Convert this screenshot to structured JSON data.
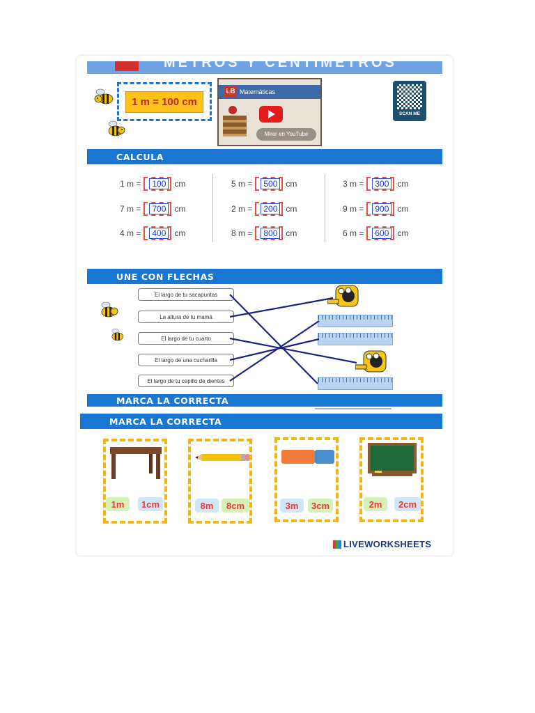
{
  "header": {
    "equation": "1 m = 100 cm",
    "ghost_title": "METROS Y CENTÍMETROS"
  },
  "video": {
    "badge": "LB",
    "title": "Matemáticas",
    "watch_label": "Mirar en YouTube"
  },
  "qr": {
    "label": "SCAN ME"
  },
  "sections": {
    "calcula": "CALCULA",
    "une": "UNE CON FLECHAS",
    "marca_a": "MARCA LA CORRECTA",
    "marca_b": "MARCA LA CORRECTA"
  },
  "calcula": {
    "unit": "cm",
    "col1": [
      {
        "q": "1 m =",
        "a": "100"
      },
      {
        "q": "7 m =",
        "a": "700"
      },
      {
        "q": "4 m =",
        "a": "400"
      }
    ],
    "col2": [
      {
        "q": "5 m =",
        "a": "500"
      },
      {
        "q": "2 m =",
        "a": "200"
      },
      {
        "q": "8 m =",
        "a": "800"
      }
    ],
    "col3": [
      {
        "q": "3 m =",
        "a": "300"
      },
      {
        "q": "9 m =",
        "a": "900"
      },
      {
        "q": "6 m =",
        "a": "600"
      }
    ]
  },
  "une": {
    "items": [
      "El largo de tu sacapuntas",
      "La altura de tu mamá",
      "El largo de tu cuarto",
      "El largo de una cucharilla",
      "El largo de tu cepillo de dientes"
    ]
  },
  "marca": {
    "options": [
      {
        "a": "1m",
        "b": "1cm"
      },
      {
        "a": "8m",
        "b": "8cm"
      },
      {
        "a": "3m",
        "b": "3cm"
      },
      {
        "a": "2m",
        "b": "2cm"
      }
    ]
  },
  "brand": "LIVEWORKSHEETS",
  "colors": {
    "band": "#1976d2",
    "answer_border": "#e05050",
    "frame": "#f3b511",
    "line": "#1a237e"
  }
}
